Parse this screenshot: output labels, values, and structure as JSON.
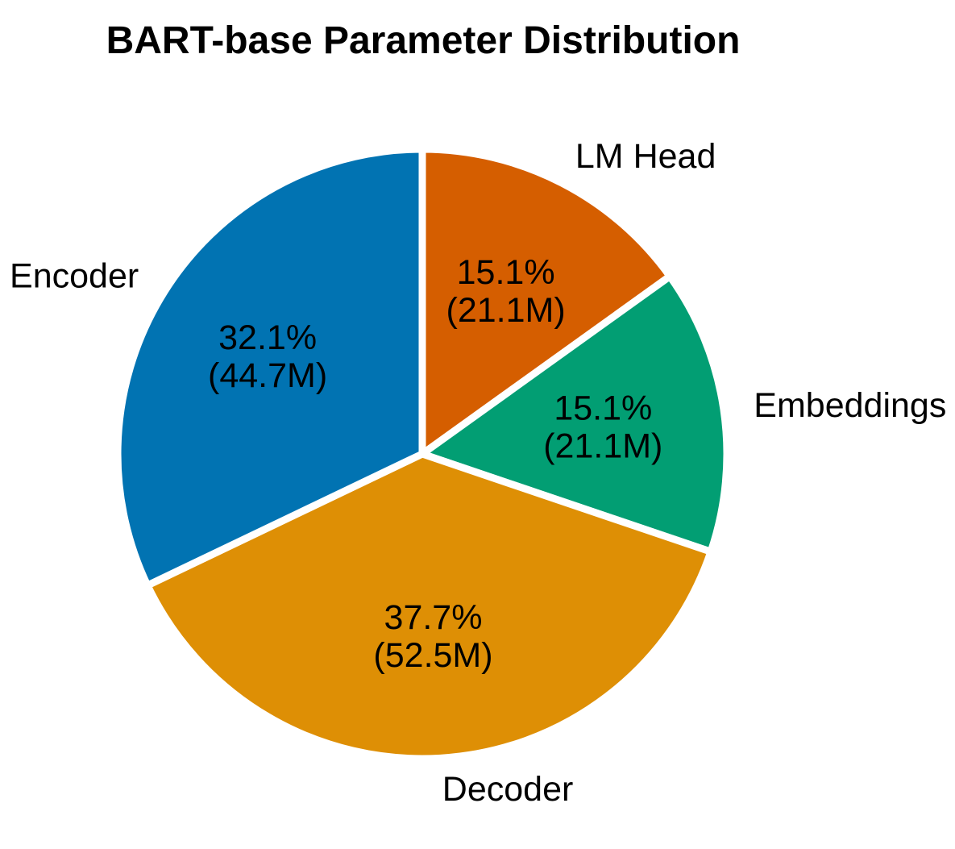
{
  "chart_data": {
    "type": "pie",
    "title": "BART-base Parameter Distribution",
    "start_angle_deg": -90,
    "direction": "clockwise",
    "legend": "none",
    "background_color": "#ffffff",
    "text_color": "#000000",
    "slices": [
      {
        "label": "LM Head",
        "value": 21.1,
        "pct": 15.1,
        "pct_label": "15.1%",
        "value_label": "(21.1M)",
        "color": "#D55E00"
      },
      {
        "label": "Embeddings",
        "value": 21.1,
        "pct": 15.1,
        "pct_label": "15.1%",
        "value_label": "(21.1M)",
        "color": "#029E73"
      },
      {
        "label": "Decoder",
        "value": 52.5,
        "pct": 37.7,
        "pct_label": "37.7%",
        "value_label": "(52.5M)",
        "color": "#DE8F05"
      },
      {
        "label": "Encoder",
        "value": 44.7,
        "pct": 32.1,
        "pct_label": "32.1%",
        "value_label": "(44.7M)",
        "color": "#0173B2"
      }
    ],
    "layout": {
      "label_distance": 1.1,
      "pct_distance": 0.6,
      "wedge_gap_color": "#ffffff"
    }
  }
}
